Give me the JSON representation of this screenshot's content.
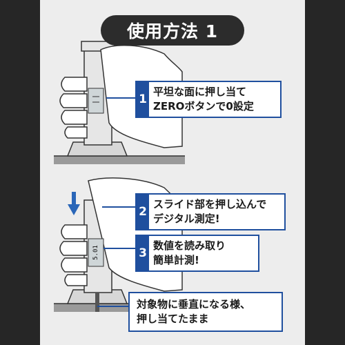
{
  "title": "使用方法 1",
  "steps": [
    {
      "number": "1",
      "lines": [
        "平坦な面に押し当て",
        "ZEROボタンで0設定"
      ]
    },
    {
      "number": "2",
      "lines": [
        "スライド部を押し込んで",
        "デジタル測定!"
      ]
    },
    {
      "number": "3",
      "lines": [
        "数値を読み取り",
        "簡単計測!"
      ]
    }
  ],
  "note": {
    "lines": [
      "対象物に垂直になる様、",
      "押し当てたまま"
    ]
  },
  "display_reading": "5.01",
  "colors": {
    "background": "#262626",
    "panel": "#ededed",
    "title_pill": "#2c2c2c",
    "accent_blue": "#1f4f9e",
    "arrow_blue": "#2a66b8"
  }
}
